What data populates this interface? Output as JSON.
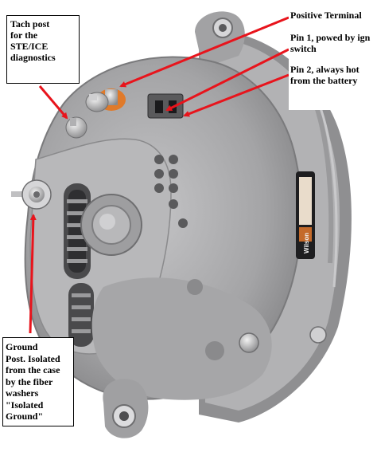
{
  "labels": {
    "tach_post": [
      "Tach post",
      "for the",
      "STE/ICE",
      "diagnostics"
    ],
    "positive_terminal": "Positive Terminal",
    "pin1": [
      "Pin 1, powed by ign",
      "switch"
    ],
    "pin2": [
      "Pin 2, always hot",
      "from the battery"
    ],
    "ground_post": [
      "Ground",
      "Post. Isolated",
      "from the case",
      "by the fiber",
      "washers",
      "\"Isolated",
      "Ground\""
    ]
  },
  "badge_text": "Wilson",
  "colors": {
    "arrow": "#e8141c",
    "housing": "#a9a9aa",
    "housing_dark": "#7e7e80",
    "housing_light": "#c8c8ca",
    "insulator": "#e07a2a"
  }
}
